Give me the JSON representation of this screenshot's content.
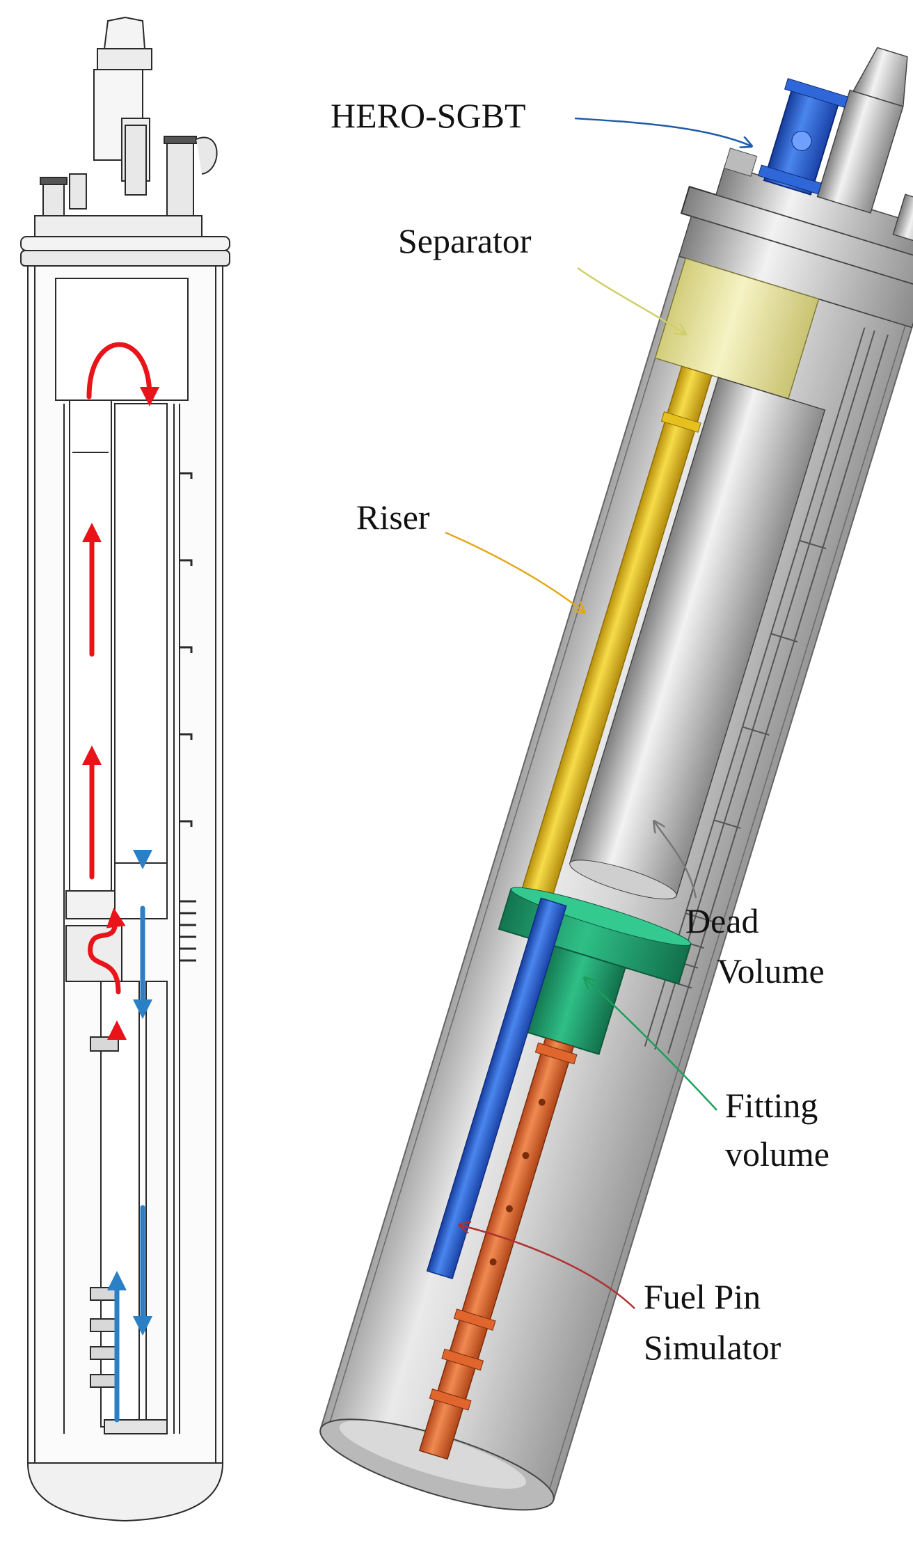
{
  "labels": {
    "hero_sgbt": "HERO-SGBT",
    "separator": "Separator",
    "riser": "Riser",
    "dead_volume": [
      "Dead",
      "Volume"
    ],
    "fitting_volume": [
      "Fitting",
      "volume"
    ],
    "fuel_pin_simulator": [
      "Fuel Pin",
      "Simulator"
    ]
  },
  "colors": {
    "hot_flow": "#e8141a",
    "cold_flow": "#2b7fc4",
    "hero_sgbt": "#1f4fd0",
    "separator": "#eeeaa0",
    "riser": "#e6c01e",
    "fitting_volume": "#1f9a6a",
    "fuel_pin": "#e0662e",
    "downcomer": "#2f67d8",
    "vessel": "#c8c8c8"
  },
  "icons": {
    "hot_flow_arrow": "red-arrow-icon",
    "cold_flow_arrow": "blue-arrow-icon"
  }
}
